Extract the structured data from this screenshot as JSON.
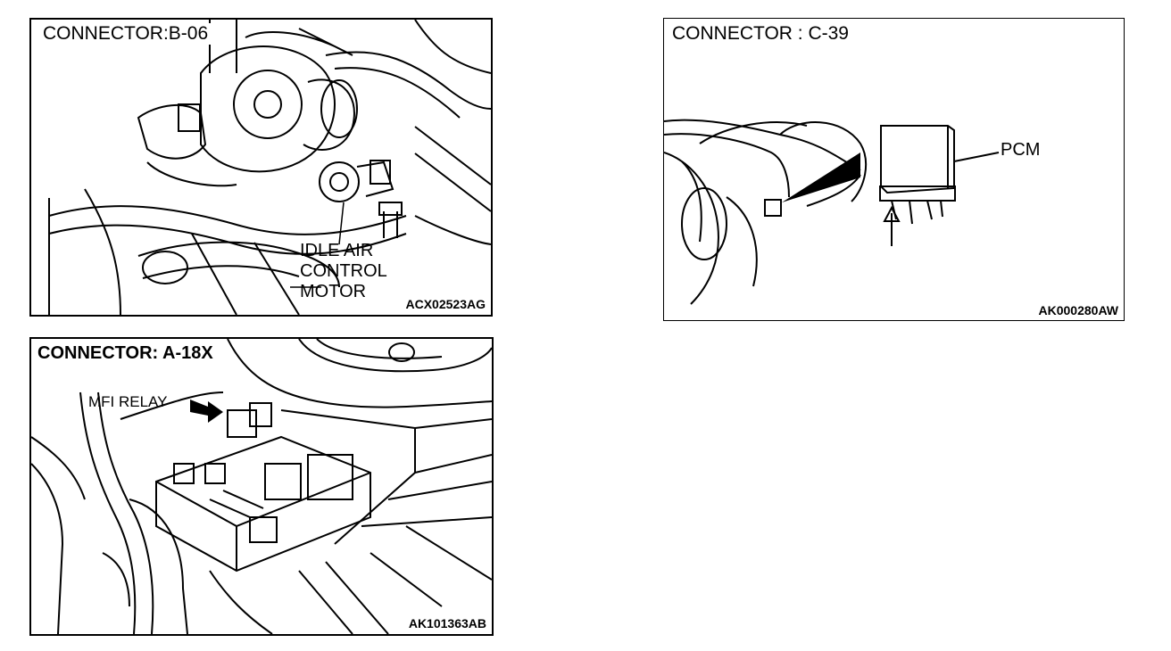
{
  "panels": {
    "b06": {
      "title": "CONNECTOR:B-06",
      "callout_line1": "IDLE AIR",
      "callout_line2": "CONTROL",
      "callout_line3": "MOTOR",
      "code": "ACX02523AG"
    },
    "c39": {
      "title": "CONNECTOR : C-39",
      "callout": "PCM",
      "code": "AK000280AW"
    },
    "a18x": {
      "title": "CONNECTOR: A-18X",
      "callout": "MFI RELAY",
      "code": "AK101363AB"
    }
  }
}
